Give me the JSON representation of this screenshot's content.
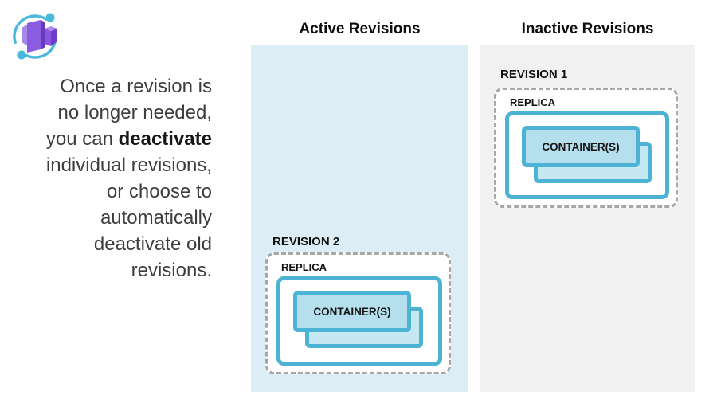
{
  "icon": {
    "name": "azure-container-apps-logo"
  },
  "intro": {
    "line1": "Once a revision is",
    "line2": "no longer needed,",
    "line3_before": "you can ",
    "line3_bold": "deactivate",
    "line4": "individual revisions,",
    "line5": "or choose to",
    "line6": "automatically",
    "line7": "deactivate old",
    "line8": "revisions."
  },
  "columns": {
    "active": {
      "title": "Active Revisions"
    },
    "inactive": {
      "title": "Inactive Revisions"
    }
  },
  "revisions": {
    "inactive": {
      "title": "REVISION 1",
      "replica": "REPLICA",
      "containers": "CONTAINER(S)"
    },
    "active": {
      "title": "REVISION 2",
      "replica": "REPLICA",
      "containers": "CONTAINER(S)"
    }
  },
  "colors": {
    "active_panel_bg": "#ddedf5",
    "inactive_panel_bg": "#f1f1f1",
    "box_border_blue": "#4db3d4",
    "container_front_fill": "#b5dfec",
    "container_back_fill": "#c6e8f3",
    "dashed_border_gray": "#a7a7a7",
    "logo_arc_blue": "#48b8dc",
    "logo_purple": "#8a5ce0",
    "text_dark": "#3d3d3d"
  }
}
